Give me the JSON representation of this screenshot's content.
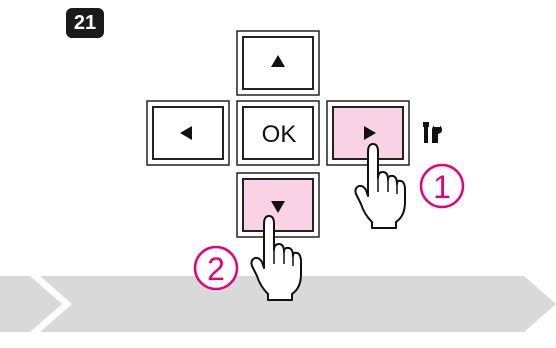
{
  "step": {
    "number": "21"
  },
  "keypad": {
    "up_symbol": "▲",
    "down_symbol": "▼",
    "left_symbol": "◀",
    "right_symbol": "▶",
    "ok_label": "OK",
    "highlight_color": "#f9d3e5",
    "icon": "tools-icon"
  },
  "callouts": [
    {
      "label": "1",
      "color": "#e6007e",
      "target": "right"
    },
    {
      "label": "2",
      "color": "#e6007e",
      "target": "down"
    }
  ],
  "banner": {
    "color": "#d9d9d9",
    "icon": "chevron-right-icon"
  }
}
